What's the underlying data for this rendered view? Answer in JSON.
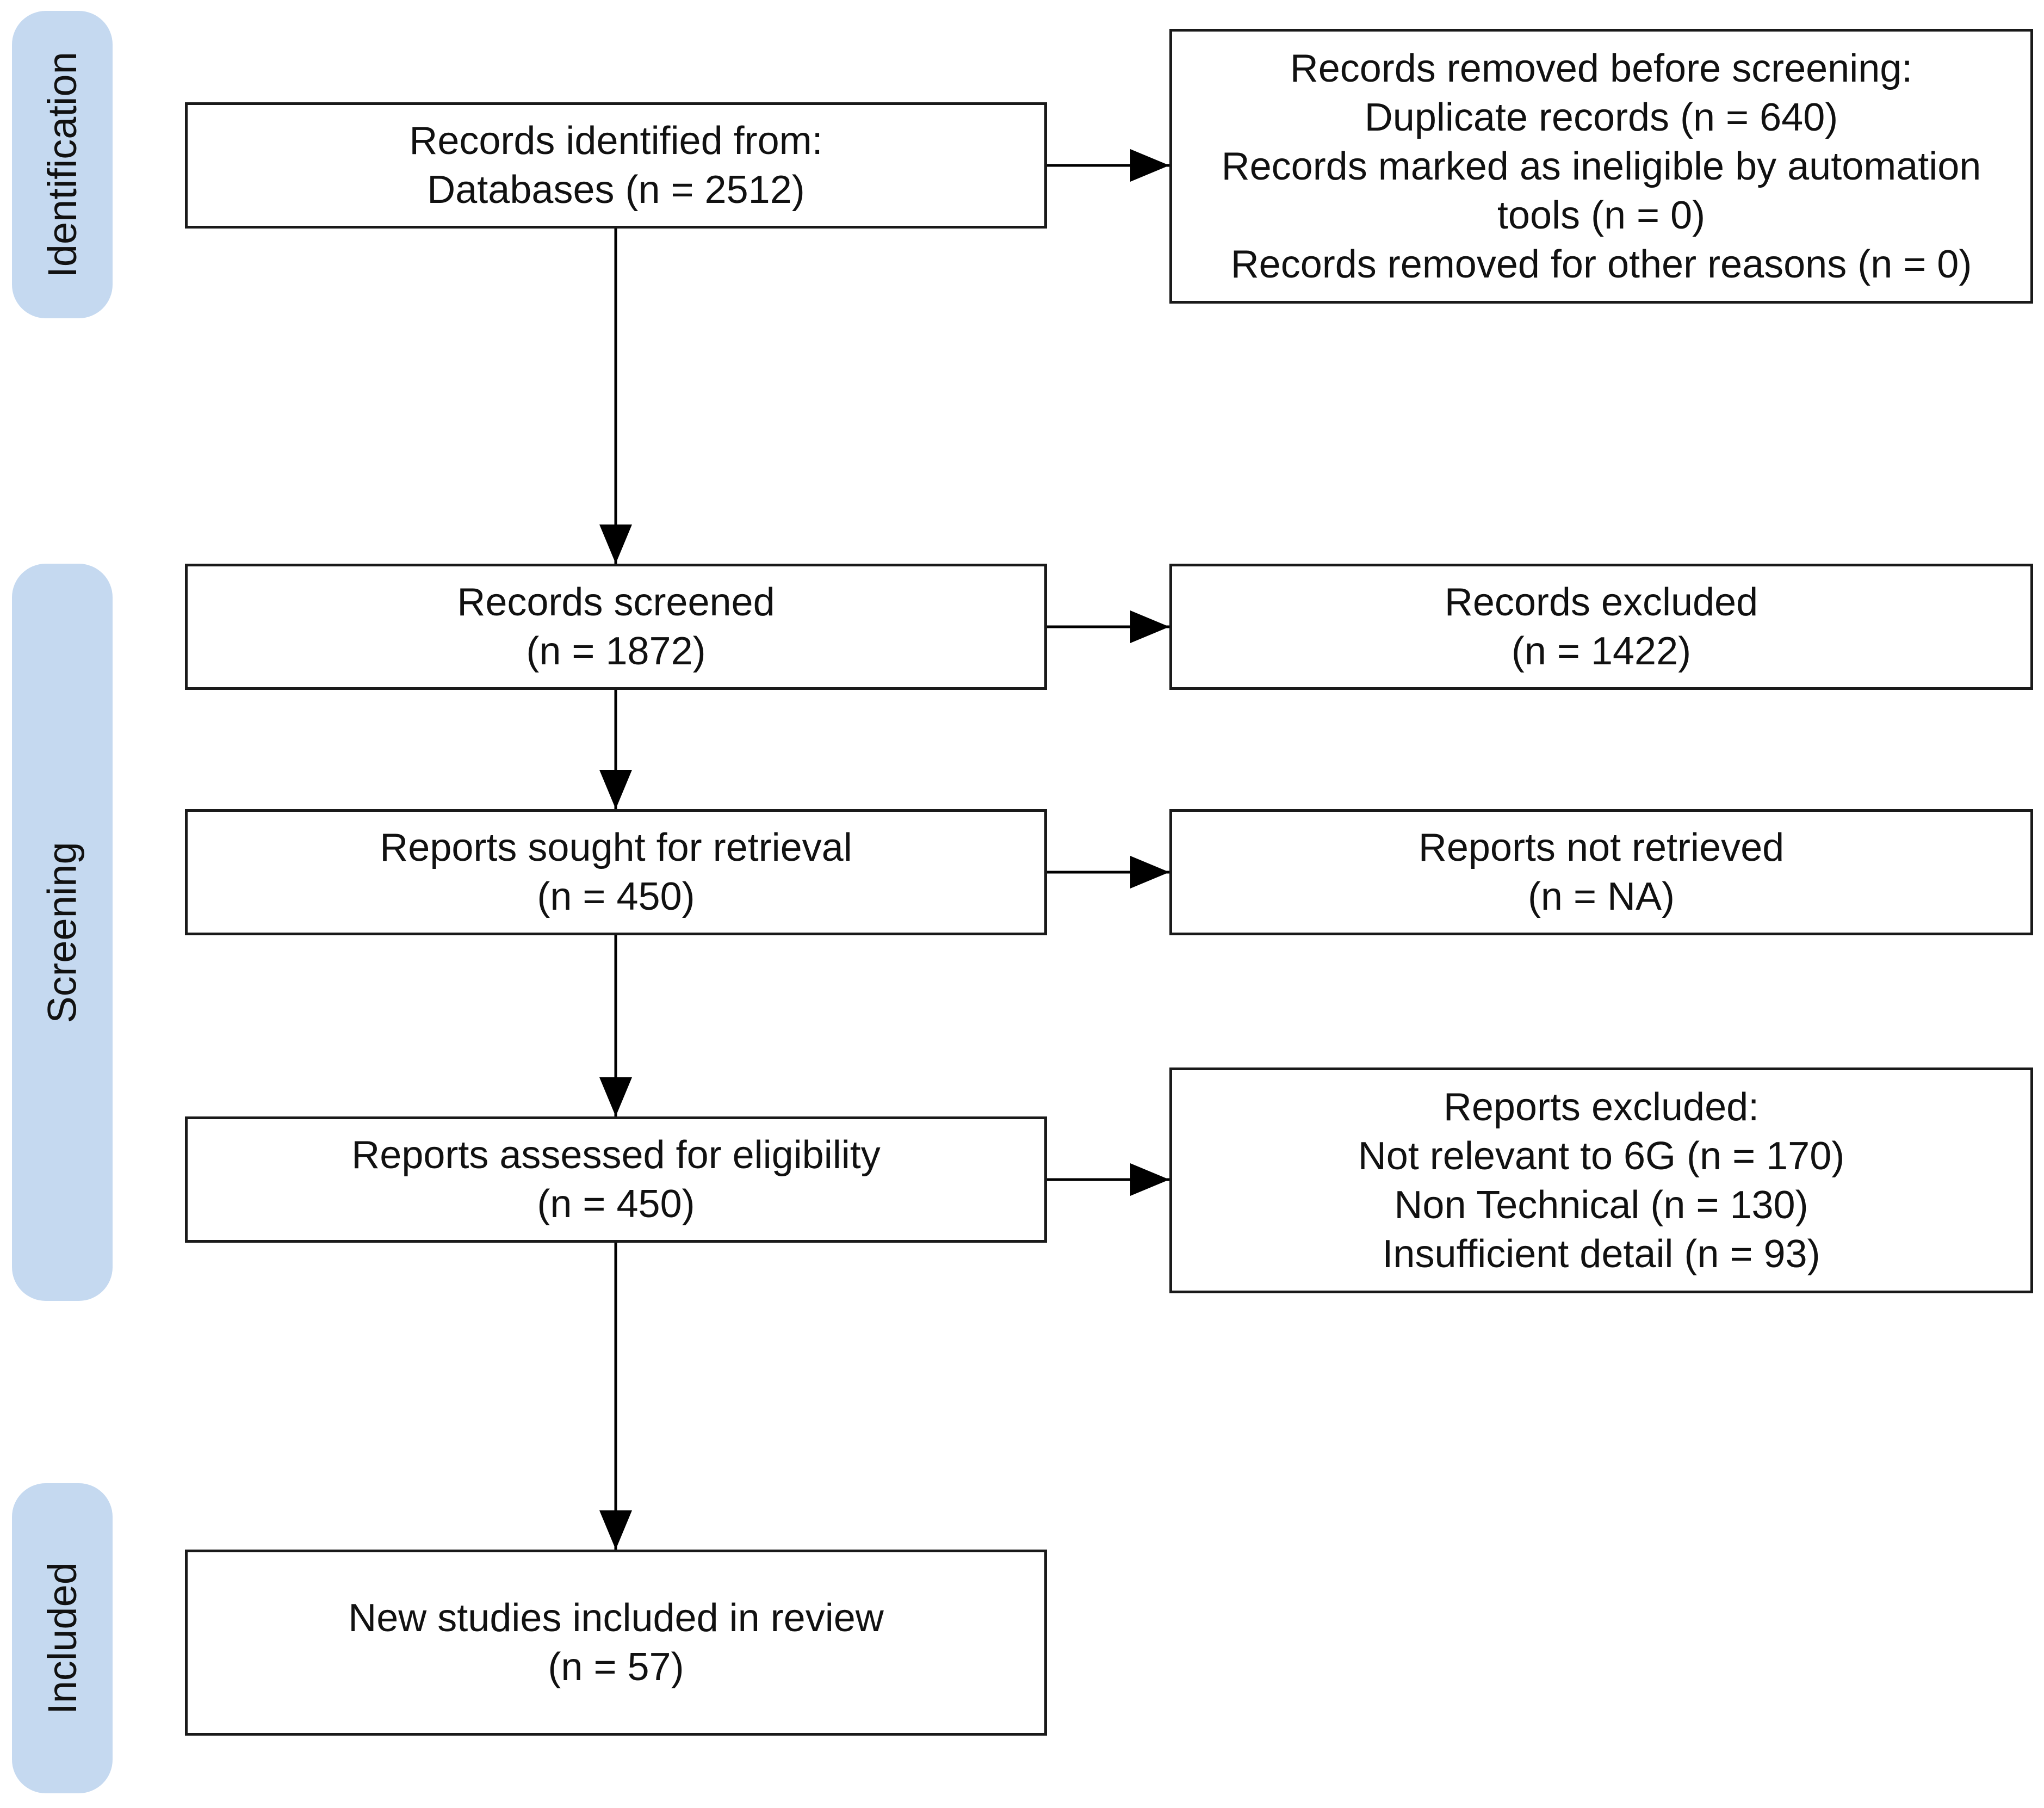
{
  "colors": {
    "phase_fill": "#c5d9f0",
    "box_border": "#1a1a1a",
    "arrow": "#000000",
    "text": "#111111"
  },
  "phases": {
    "identification": "Identification",
    "screening": "Screening",
    "included": "Included"
  },
  "boxes": {
    "records_identified": [
      "Records identified from:",
      "Databases (n = 2512)"
    ],
    "records_removed": [
      "Records removed before screening:",
      "Duplicate records (n = 640)",
      "Records marked as ineligible by automation",
      "tools (n = 0)",
      "Records removed for other reasons (n = 0)"
    ],
    "records_screened": [
      "Records screened",
      "(n = 1872)"
    ],
    "records_excluded": [
      "Records excluded",
      "(n = 1422)"
    ],
    "reports_sought": [
      "Reports sought for retrieval",
      "(n = 450)"
    ],
    "reports_not_retrieved": [
      "Reports not retrieved",
      "(n = NA)"
    ],
    "reports_assessed": [
      "Reports assessed for eligibility",
      "(n = 450)"
    ],
    "reports_excluded": [
      "Reports excluded:",
      "Not relevant to 6G (n = 170)",
      "Non Technical (n = 130)",
      "Insufficient detail (n = 93)"
    ],
    "studies_included": [
      "New studies included in review",
      "(n = 57)"
    ]
  }
}
